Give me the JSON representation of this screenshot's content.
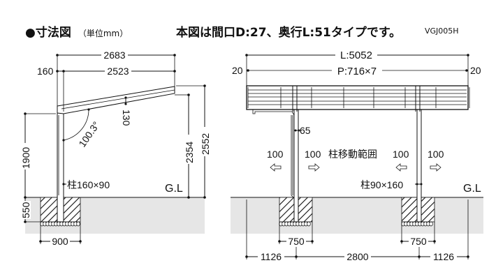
{
  "header": {
    "title": "●寸法図",
    "unit": "（単位mm）",
    "note": "本図は間口D:27、奥行L:51タイプです。",
    "code": "VGJ005H"
  },
  "side_view": {
    "total_depth": "2683",
    "offset": "160",
    "post_to_front": "2523",
    "beam_height": "130",
    "angle": "100.3°",
    "post_height": "1900",
    "embed_depth": "550",
    "footing_width": "900",
    "front_height_low": "2354",
    "front_height_high": "2552",
    "post_label": "柱160×90",
    "ground_label": "G.L"
  },
  "front_view": {
    "length": "L:5052",
    "pitch": "P:716×7",
    "edge_left": "20",
    "edge_right": "20",
    "gutter_offset": "65",
    "move_left_1": "100",
    "move_right_1": "100",
    "move_range_label": "柱移動範囲",
    "move_left_2": "100",
    "move_right_2": "100",
    "post_label": "柱90×160",
    "ground_label": "G.L",
    "footing_left": "750",
    "footing_right": "750",
    "span_left": "1126",
    "span_center": "2800",
    "span_right": "1126"
  }
}
